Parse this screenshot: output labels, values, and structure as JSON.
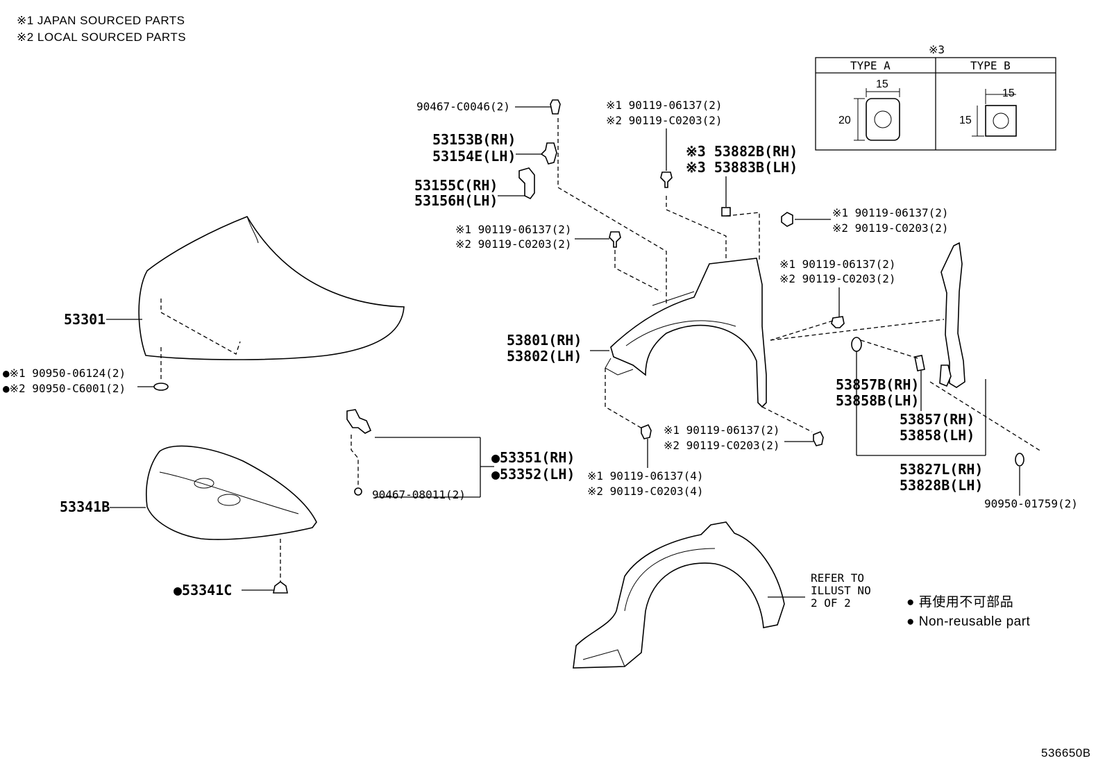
{
  "legend": {
    "note1": "※1 JAPAN SOURCED PARTS",
    "note2": "※2 LOCAL SOURCED PARTS"
  },
  "type_table": {
    "mark": "※3",
    "col_a": "TYPE  A",
    "col_b": "TYPE  B",
    "a_width": "15",
    "a_height": "20",
    "b_width": "15",
    "b_height": "15"
  },
  "labels": {
    "p_90467_c0046": "90467-C0046(2)",
    "p_53153b": "53153B(RH)",
    "p_53154e": "53154E(LH)",
    "p_53155c": "53155C(RH)",
    "p_53156h": "53156H(LH)",
    "top_clip_1": "※1 90119-06137(2)",
    "top_clip_2": "※2 90119-C0203(2)",
    "p_53882b": "※3 53882B(RH)",
    "p_53883b": "※3 53883B(LH)",
    "right_clip_1": "※1 90119-06137(2)",
    "right_clip_2": "※2 90119-C0203(2)",
    "left_clip_1": "※1 90119-06137(2)",
    "left_clip_2": "※2 90119-C0203(2)",
    "mid_clip_1": "※1 90119-06137(2)",
    "mid_clip_2": "※2 90119-C0203(2)",
    "p_53301": "53301",
    "hood_clip_1": "●※1 90950-06124(2)",
    "hood_clip_2": "●※2 90950-C6001(2)",
    "p_53801": "53801(RH)",
    "p_53802": "53802(LH)",
    "bot_clip_a1": "※1 90119-06137(2)",
    "bot_clip_a2": "※2 90119-C0203(2)",
    "bot_clip_b1": "※1 90119-06137(4)",
    "bot_clip_b2": "※2 90119-C0203(4)",
    "p_53351": "●53351(RH)",
    "p_53352": "●53352(LH)",
    "p_90467_08011": "90467-08011(2)",
    "p_53341b": "53341B",
    "p_53341c": "●53341C",
    "p_53857b": "53857B(RH)",
    "p_53858b": "53858B(LH)",
    "p_53857": "53857(RH)",
    "p_53858": "53858(LH)",
    "p_53827l": "53827L(RH)",
    "p_53828b": "53828B(LH)",
    "p_90950_01759": "90950-01759(2)",
    "refer_1": "REFER TO",
    "refer_2": "ILLUST NO",
    "refer_3": "2 OF 2",
    "nonreuse_jp": "● 再使用不可部品",
    "nonreuse_en": "● Non-reusable part",
    "diagram_id": "536650B"
  }
}
